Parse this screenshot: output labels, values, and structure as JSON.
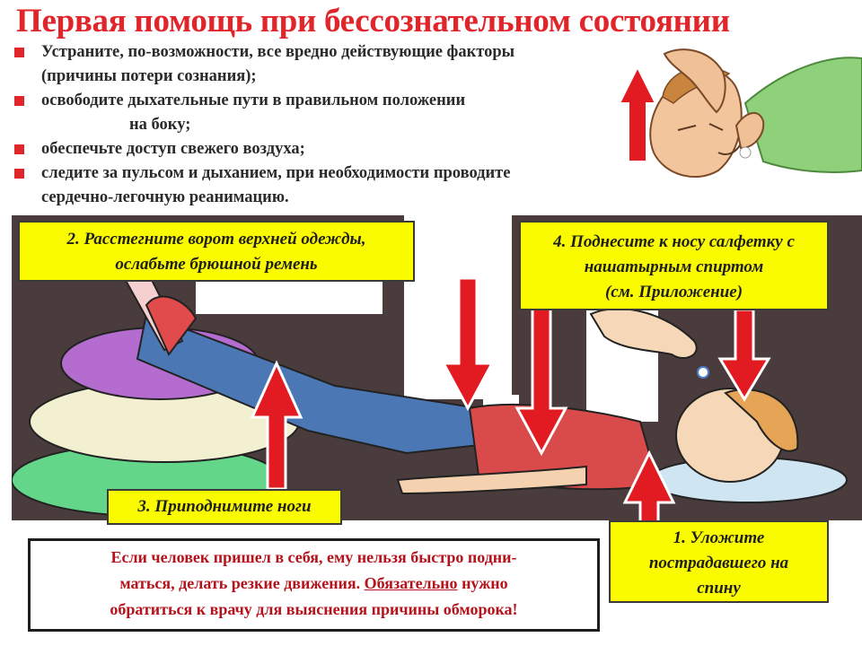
{
  "title": "Первая помощь при бессознательном состоянии",
  "bullets": [
    {
      "line1": "Устраните, по-возможности, все вредно действующие факторы",
      "line2": "(причины потери сознания);"
    },
    {
      "line1": "освободите дыхательные пути в правильном положении",
      "line2": "на боку;"
    },
    {
      "line1": "обеспечьте доступ свежего воздуха;"
    },
    {
      "line1": "следите за пульсом и дыханием, при необходимости проводите",
      "line2": "сердечно-легочную реанимацию."
    }
  ],
  "steps": {
    "step2": {
      "line1": "2. Расстегните ворот верхней одежды,",
      "line2": "ослабьте брюшной ремень"
    },
    "step4": {
      "line1": "4. Поднесите к носу салфетку с",
      "line2": "нашатырным спиртом",
      "line3": "(см. Приложение)"
    },
    "step3": {
      "line1": "3. Приподнимите ноги"
    },
    "step1": {
      "line1": "1. Уложите",
      "line2": "пострадавшего на",
      "line3": "спину"
    }
  },
  "warning": {
    "line1": "Если человек пришел в себя, ему нельзя быстро подни-",
    "line2": "маться, делать резкие движения.",
    "emph": "Обязательно",
    "line2b": "нужно",
    "line3": "обратиться к врачу для выяснения причины обморока!"
  },
  "colors": {
    "title_red": "#e0252b",
    "label_yellow": "#fbfb00",
    "arrow_red": "#e21b23",
    "warning_text": "#b5121b"
  },
  "icons": [
    "bullet-square-icon",
    "up-arrow-icon",
    "down-arrow-icon"
  ]
}
